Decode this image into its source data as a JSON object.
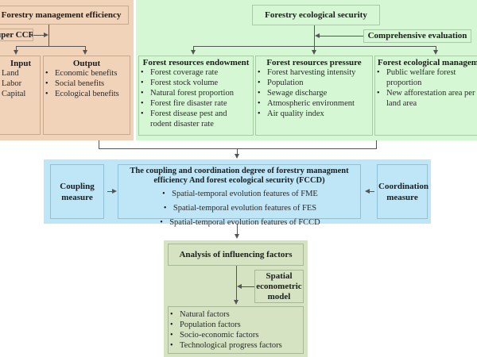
{
  "fme": {
    "title": "Forestry management efficiency",
    "method": "Super CCR",
    "input": {
      "title": "Input",
      "items": [
        "Land",
        "Labor",
        "Capital"
      ]
    },
    "output": {
      "title": "Output",
      "items": [
        "Economic benefits",
        "Social benefits",
        "Ecological benefits"
      ]
    }
  },
  "fes": {
    "title": "Forestry ecological security",
    "method": "Comprehensive evaluation",
    "endowment": {
      "title": "Forest resources endowment",
      "items": [
        "Forest coverage rate",
        "Forest stock volume",
        "Natural forest proportion",
        "Forest fire disaster rate",
        "Forest disease pest and rodent disaster rate"
      ]
    },
    "pressure": {
      "title": "Forest resources pressure",
      "items": [
        "Forest harvesting intensity",
        "Population",
        "Sewage discharge",
        "Atmospheric environment",
        "Air quality index"
      ]
    },
    "management": {
      "title": "Forest ecological management",
      "items": [
        "Public welfare forest proportion",
        "New afforestation area per unit land area"
      ]
    }
  },
  "fccd": {
    "left_label": "Coupling measure",
    "right_label": "Coordination measure",
    "title": "The coupling and coordination degree of forestry managment efficiency And forest ecological security   (FCCD)",
    "items": [
      "Spatial-temporal evolution features of FME",
      "Spatial-temporal evolution features of FES",
      "Spatial-temporal evolution features of FCCD"
    ]
  },
  "analysis": {
    "title": "Analysis of influencing factors",
    "method": "Spatial econometric model",
    "items": [
      "Natural factors",
      "Population factors",
      "Socio-economic factors",
      "Technological progress factors"
    ]
  }
}
